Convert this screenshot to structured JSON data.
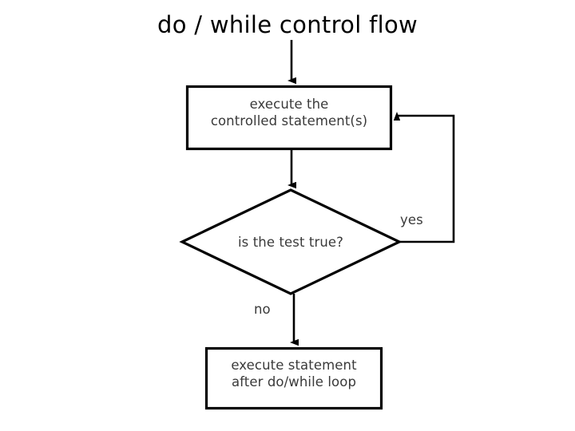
{
  "title": "do / while control flow",
  "diagram": {
    "type": "flowchart",
    "background_color": "#ffffff",
    "stroke_color": "#000000",
    "text_color": "#3a3a3a",
    "nodes": [
      {
        "id": "process",
        "shape": "rectangle",
        "label": "execute the\ncontrolled statement(s)"
      },
      {
        "id": "decision",
        "shape": "diamond",
        "label": "is the test true?"
      },
      {
        "id": "exit",
        "shape": "rectangle",
        "label": "execute statement\nafter do/while loop"
      }
    ],
    "edges": [
      {
        "id": "entry",
        "from": "",
        "to": "process",
        "label": ""
      },
      {
        "id": "process-to-decision",
        "from": "process",
        "to": "decision",
        "label": ""
      },
      {
        "id": "decision-yes",
        "from": "decision",
        "to": "process",
        "label": "yes"
      },
      {
        "id": "decision-no",
        "from": "decision",
        "to": "exit",
        "label": "no"
      }
    ]
  }
}
